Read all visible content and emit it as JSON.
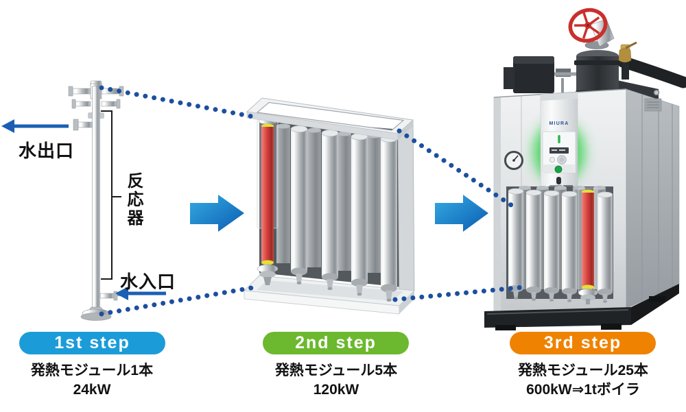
{
  "page": {
    "background": "#ffffff"
  },
  "reactor": {
    "water_outlet": "水出口",
    "reactor_label": "反応器",
    "water_inlet": "水入口"
  },
  "boiler": {
    "brand": "MIURA"
  },
  "steps": [
    {
      "badge": "1st step",
      "color": "#1B9CD8",
      "module": "発熱モジュール1本",
      "power": "24kW"
    },
    {
      "badge": "2nd step",
      "color": "#6CB82F",
      "module": "発熱モジュール5本",
      "power": "120kW"
    },
    {
      "badge": "3rd step",
      "color": "#EF8200",
      "module": "発熱モジュール25本",
      "power": "600kW⇒1tボイラ"
    }
  ],
  "colors": {
    "connector_dot_blue": "#1C4F9E",
    "flow_arrow_light": "#35ACE2",
    "flow_arrow_dark": "#0B5CB2",
    "label_arrow_blue": "#1A5FB4",
    "heater_red": "#D8413C",
    "status_glow_green": "#2ED149",
    "valve_wheel_red": "#C9302C",
    "brass_valve": "#B28F3E"
  }
}
